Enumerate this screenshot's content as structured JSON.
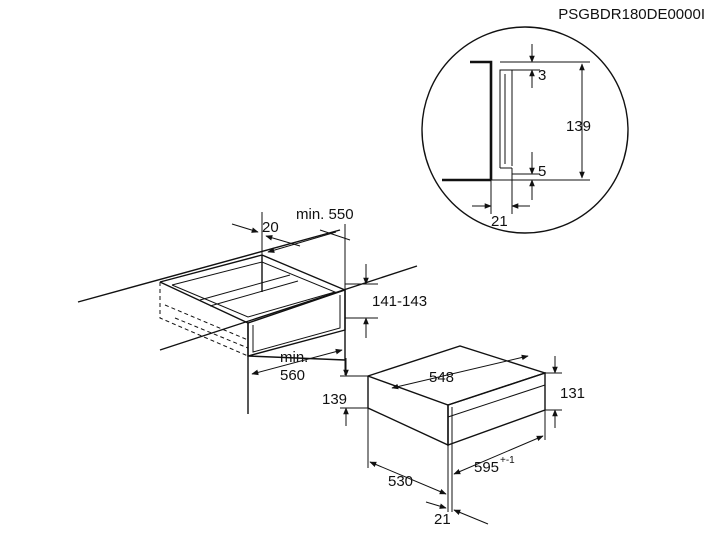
{
  "model_code": "PSGBDR180DE0000I",
  "detail": {
    "dim_top_gap": "3",
    "dim_height": "139",
    "dim_bottom_gap": "5",
    "dim_depth": "21"
  },
  "niche": {
    "dim_min_width": "min. 550",
    "dim_front_offset": "20",
    "dim_height_range": "141-143",
    "dim_min_depth_label": "min.",
    "dim_min_depth_value": "560"
  },
  "drawer": {
    "dim_width": "548",
    "dim_right_height": "131",
    "dim_left_height": "139",
    "dim_depth": "530",
    "dim_front_width": "595",
    "dim_front_width_tolerance": "+-1",
    "dim_front_thickness": "21"
  }
}
